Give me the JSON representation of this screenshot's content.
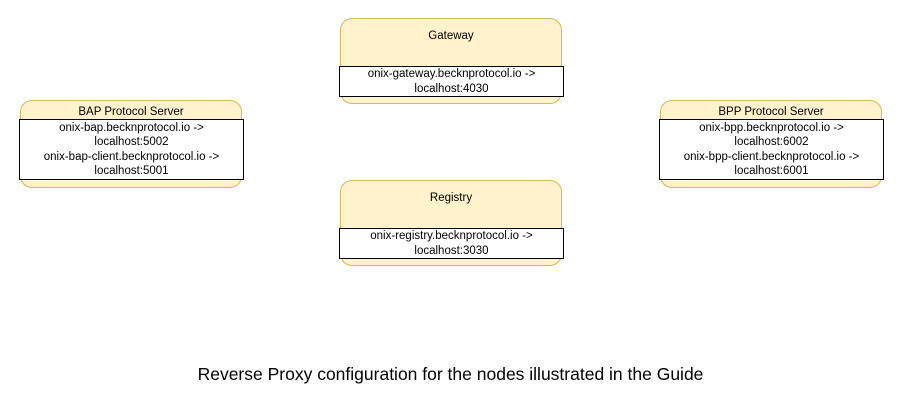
{
  "diagram": {
    "caption": "Reverse Proxy configuration for the nodes illustrated in the Guide",
    "colors": {
      "node_fill": "#fff2cc",
      "node_border": "#d6b656",
      "body_fill": "#ffffff",
      "body_border": "#000000",
      "text": "#000000",
      "background": "#ffffff"
    },
    "nodes": [
      {
        "id": "gateway",
        "title": "Gateway",
        "lines": [
          "onix-gateway.becknprotocol.io ->",
          "localhost:4030"
        ]
      },
      {
        "id": "bap",
        "title": "BAP Protocol Server",
        "lines": [
          "onix-bap.becknprotocol.io ->",
          "localhost:5002",
          "onix-bap-client.becknprotocol.io ->",
          "localhost:5001"
        ]
      },
      {
        "id": "bpp",
        "title": "BPP Protocol Server",
        "lines": [
          "onix-bpp.becknprotocol.io ->",
          "localhost:6002",
          "onix-bpp-client.becknprotocol.io ->",
          "localhost:6001"
        ]
      },
      {
        "id": "registry",
        "title": "Registry",
        "lines": [
          "onix-registry.becknprotocol.io ->",
          "localhost:3030"
        ]
      }
    ]
  }
}
